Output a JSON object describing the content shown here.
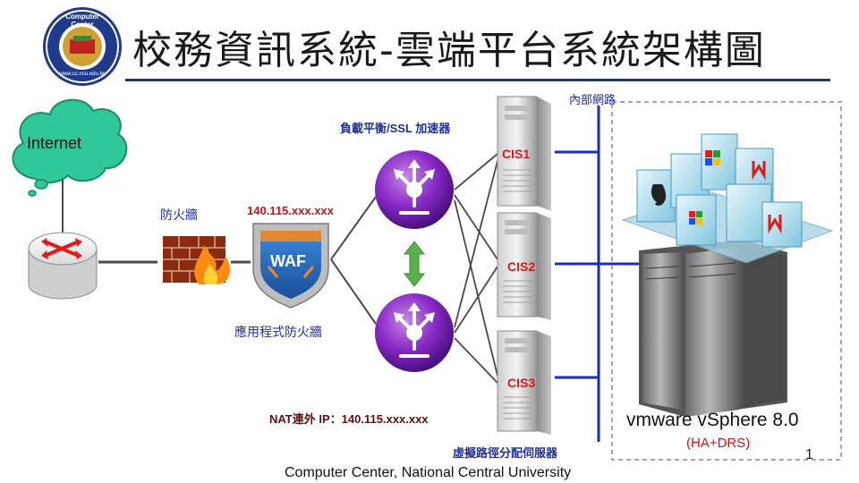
{
  "title": "校務資訊系統-雲端平台系統架構圖",
  "logo": {
    "text_top": "Computer Center",
    "text_bottom": "www.cc.ncu.edu.tw"
  },
  "internet": "Internet",
  "firewall": "防火牆",
  "ip": "140.115.xxx.xxx",
  "waf": {
    "badge": "WAF",
    "label": "應用程式防火牆"
  },
  "load_balancer": "負載平衡/SSL 加速器",
  "nat": "NAT連外 IP：140.115.xxx.xxx",
  "servers": [
    "CIS1",
    "CIS2",
    "CIS3"
  ],
  "internal_network": "內部網路",
  "virtual_router": "虛擬路徑分配伺服器",
  "vmware": {
    "name": "vmware vSphere 8.0",
    "mode": "(HA+DRS)"
  },
  "footer": "Computer Center, National Central University",
  "page_number": "1",
  "colors": {
    "label_blue": "#1d2f9a",
    "label_red": "#c41414",
    "cloud": "#2ec89a",
    "router": "#8a2bc8"
  }
}
